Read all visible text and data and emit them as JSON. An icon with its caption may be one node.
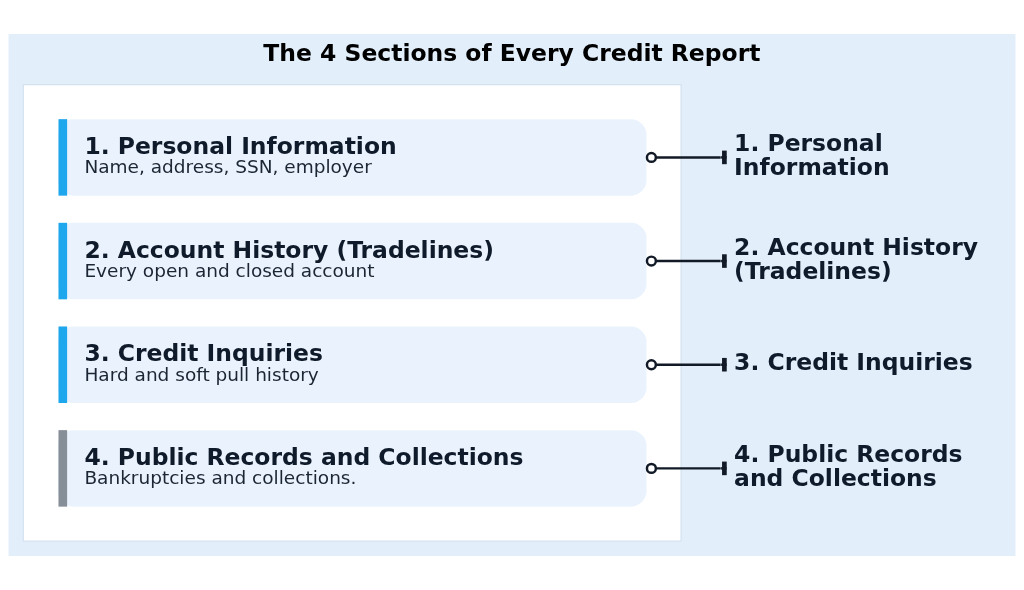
{
  "diagram": {
    "title": "The 4 Sections of Every Credit Report",
    "nodes": [
      {
        "text": [],
        "shape": "box"
      },
      {
        "text": [
          "1. Personal Information",
          "Name, address, SSN, employer"
        ],
        "in": 0
      },
      {
        "text": [
          "2. Account History (Tradelines)",
          "Every open and closed account"
        ],
        "in": 0
      },
      {
        "text": [
          "3. Credit Inquiries",
          "Hard and soft pull history"
        ],
        "in": 0
      },
      {
        "text": [
          "4. Public Records and Collections",
          "Bankruptcies and collections."
        ],
        "in": 0
      },
      {
        "text": [
          "1. Personal Information"
        ]
      },
      {
        "text": [
          "2. Account History (Tradelines)"
        ]
      },
      {
        "text": [
          "3. Credit Inquiries"
        ]
      },
      {
        "text": [
          "4. Public Records and Collections"
        ]
      }
    ],
    "edges": [
      {
        "from": 5,
        "to": 1,
        "arrow": "other"
      },
      {
        "from": 6,
        "to": 2,
        "arrow": "other"
      },
      {
        "from": 7,
        "to": 3,
        "arrow": "other"
      },
      {
        "from": 8,
        "to": 4,
        "arrow": "other"
      }
    ]
  }
}
